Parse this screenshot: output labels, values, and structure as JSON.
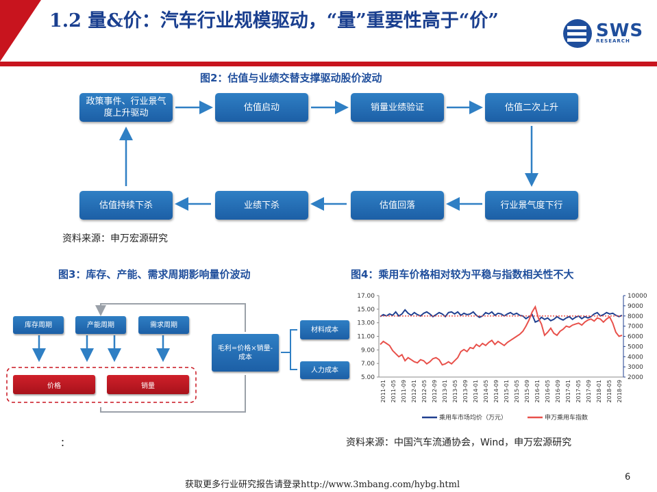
{
  "header": {
    "title": "1.2 量&价：汽车行业规模驱动，“量”重要性高于“价”",
    "logo_text": "SWS",
    "logo_sub": "RESEARCH"
  },
  "fig2": {
    "title": "图2：估值与业绩交替支撑驱动股价波动",
    "boxes": [
      "政策事件、行业景气度上升驱动",
      "估值启动",
      "销量业绩验证",
      "估值二次上升",
      "估值持续下杀",
      "业绩下杀",
      "估值回落",
      "行业景气度下行"
    ],
    "source": "资料来源：申万宏源研究"
  },
  "fig3": {
    "title": "图3：库存、产能、需求周期影响量价波动",
    "cycles": [
      "库存周期",
      "产能周期",
      "需求周期"
    ],
    "price": "价格",
    "volume": "销量",
    "profit": "毛利=价格×销量-成本",
    "material": "材料成本",
    "labor": "人力成本",
    "source": "："
  },
  "fig4": {
    "title": "图4：乘用车价格相对较为平稳与指数相关性不大",
    "source": "资料来源：中国汽车流通协会，Wind，申万宏源研究"
  },
  "chart_data": {
    "type": "line",
    "title": "图4：乘用车价格相对较为平稳与指数相关性不大",
    "left_axis": {
      "ticks": [
        "17.00",
        "15.00",
        "13.00",
        "11.00",
        "9.00",
        "7.00",
        "5.00"
      ],
      "range": [
        5,
        17
      ]
    },
    "right_axis": {
      "ticks": [
        "10000",
        "9000",
        "8000",
        "7000",
        "6000",
        "5000",
        "4000",
        "3000",
        "2000"
      ],
      "range": [
        2000,
        10000
      ]
    },
    "x_labels": [
      "2011-01",
      "2011-05",
      "2011-09",
      "2012-01",
      "2012-05",
      "2012-09",
      "2013-01",
      "2013-05",
      "2013-09",
      "2014-01",
      "2014-05",
      "2014-09",
      "2015-01",
      "2015-05",
      "2015-09",
      "2016-01",
      "2016-05",
      "2016-09",
      "2017-01",
      "2017-05",
      "2017-09",
      "2018-01",
      "2018-05",
      "2018-09"
    ],
    "series": [
      {
        "name": "乘用车市场均价（万元）",
        "axis": "left",
        "color": "#1f3f8f",
        "values": [
          13.9,
          14.2,
          14.0,
          14.3,
          14.1,
          14.6,
          14.0,
          14.3,
          14.9,
          14.4,
          14.1,
          14.5,
          14.2,
          14.0,
          14.4,
          14.6,
          14.3,
          13.9,
          14.2,
          14.5,
          14.3,
          13.9,
          14.5,
          14.6,
          14.3,
          14.6,
          14.1,
          14.4,
          14.2,
          14.3,
          14.6,
          14.1,
          13.8,
          14.0,
          14.5,
          14.3,
          14.6,
          14.1,
          14.4,
          14.3,
          14.0,
          14.3,
          14.5,
          14.2,
          14.4,
          14.1,
          14.0,
          13.6,
          13.9,
          14.2,
          13.1,
          13.3,
          13.8,
          13.5,
          13.7,
          13.3,
          13.5,
          13.9,
          13.6,
          13.4,
          13.7,
          13.9,
          13.5,
          13.8,
          14.0,
          13.6,
          13.9,
          13.7,
          13.9,
          14.3,
          14.5,
          14.0,
          14.2,
          14.5,
          14.3,
          14.4,
          14.1,
          13.9,
          14.1
        ]
      },
      {
        "name": "申万乘用车指数",
        "axis": "right",
        "color": "#e8504a",
        "values": [
          5200,
          5500,
          5300,
          5100,
          4600,
          4300,
          4000,
          4200,
          3600,
          3900,
          3700,
          3500,
          3400,
          3700,
          3600,
          3300,
          3500,
          3800,
          3900,
          3700,
          3200,
          3300,
          3500,
          3300,
          3600,
          3900,
          4500,
          4700,
          4500,
          4900,
          4800,
          5200,
          5000,
          5300,
          5100,
          5400,
          5600,
          5200,
          5500,
          5300,
          5100,
          5400,
          5600,
          5800,
          6000,
          6200,
          6500,
          7000,
          7600,
          8400,
          8900,
          7800,
          7200,
          6100,
          6400,
          6800,
          6300,
          6100,
          6500,
          6700,
          7000,
          6900,
          7100,
          7200,
          7300,
          7100,
          7400,
          7600,
          7700,
          7500,
          7800,
          7700,
          7400,
          7700,
          7900,
          7300,
          6400,
          6000,
          6100
        ]
      },
      {
        "name": "",
        "axis": "left",
        "color": "#e8504a",
        "dotted": true,
        "values": [
          14.0,
          14.0
        ]
      }
    ]
  }
}
